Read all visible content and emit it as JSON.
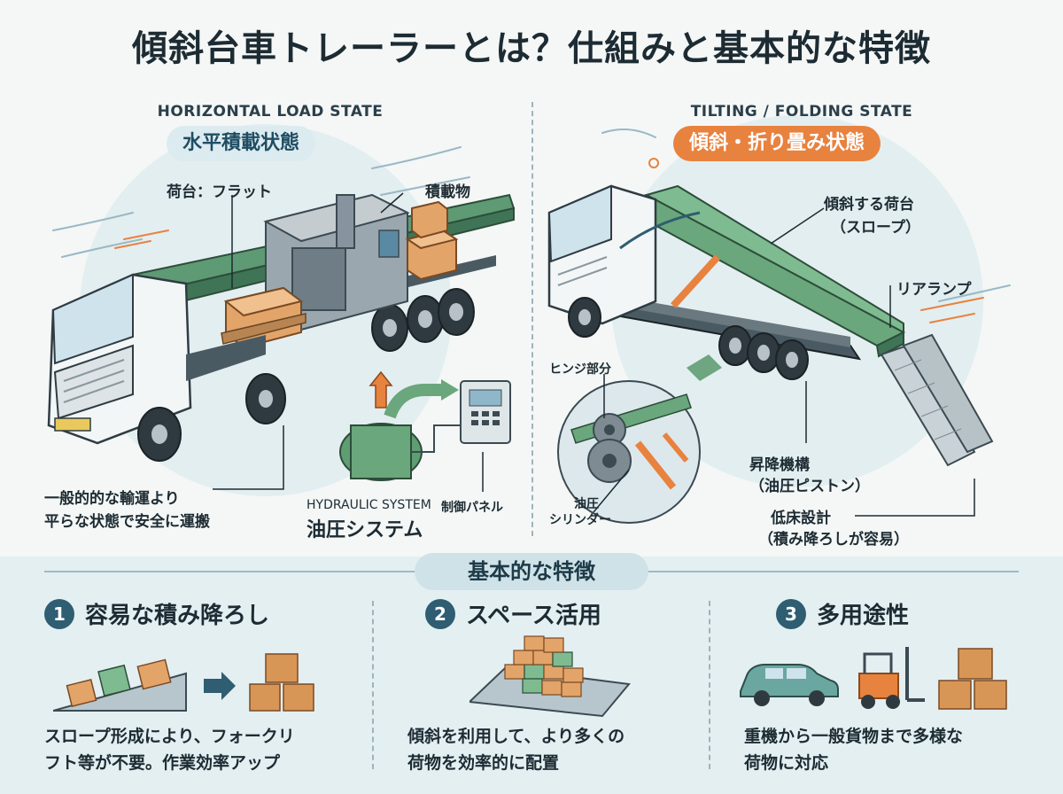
{
  "title": "傾斜台車トレーラーとは？仕組みと基本的な特徴",
  "left": {
    "state_en": "HORIZONTAL LOAD STATE",
    "state_jp": "水平積載状態",
    "label_deck": "荷台：フラット",
    "label_cargo": "積載物",
    "label_note_line1": "一般的的な輸運より",
    "label_note_line2": "平らな状態で安全に運搬",
    "hydraulic_en": "HYDRAULIC SYSTEM",
    "hydraulic_jp": "油圧システム",
    "control_panel": "制御パネル"
  },
  "right": {
    "state_en": "TILTING / FOLDING STATE",
    "state_jp": "傾斜・折り畳み状態",
    "label_slope_line1": "傾斜する荷台",
    "label_slope_line2": "（スロープ）",
    "label_ramp": "リアランプ",
    "label_hinge": "ヒンジ部分",
    "label_cylinder_line1": "油圧",
    "label_cylinder_line2": "シリンダー",
    "label_lift_line1": "昇降機構",
    "label_lift_line2": "（油圧ピストン）",
    "label_lowbed_line1": "低床設計",
    "label_lowbed_line2": "（積み降ろしが容易）"
  },
  "features": {
    "heading": "基本的な特徴",
    "items": [
      {
        "num": "1",
        "title": "容易な積み降ろし",
        "desc_line1": "スロープ形成により、フォークリ",
        "desc_line2": "フト等が不要。作業効率アップ"
      },
      {
        "num": "2",
        "title": "スペース活用",
        "desc_line1": "傾斜を利用して、より多くの",
        "desc_line2": "荷物を効率的に配置"
      },
      {
        "num": "3",
        "title": "多用途性",
        "desc_line1": "重機から一般貨物まで多様な",
        "desc_line2": "荷物に対応"
      }
    ]
  },
  "colors": {
    "accent_green": "#6aa77c",
    "accent_orange": "#e8823f",
    "accent_navy": "#2f5d72"
  }
}
